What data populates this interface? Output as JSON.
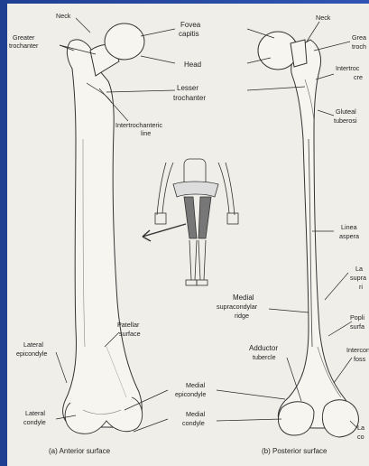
{
  "colors": {
    "slide_background": "#2a4ba6",
    "figure_background": "#f0eee9",
    "bone_fill": "#f7f5f0",
    "bone_stroke": "#333333"
  },
  "labels": {
    "neck_anterior": "Neck",
    "greater_trochanter_line1": "Greater",
    "greater_trochanter_line2": "trochanter",
    "fovea_line1": "Fovea",
    "fovea_line2": "capitis",
    "head": "Head",
    "lesser_trochanter_line1": "Lesser",
    "lesser_trochanter_line2": "trochanter",
    "intertrochanteric_line1": "Intertrochanteric",
    "intertrochanteric_line2": "line",
    "neck_posterior": "Neck",
    "greater_posterior_line1": "Grea",
    "greater_posterior_line2": "troch",
    "intertroch_crest_line1": "Intertroc",
    "intertroch_crest_line2": "cre",
    "gluteal_line1": "Gluteal",
    "gluteal_line2": "tuberosi",
    "linea_line1": "Linea",
    "linea_line2": "aspera",
    "lateral_supra_line1": "La",
    "lateral_supra_line2": "supra",
    "lateral_supra_line3": "ri",
    "medial_supra_line1": "Medial",
    "medial_supra_line2": "supracondylar",
    "medial_supra_line3": "ridge",
    "popliteal_line1": "Popli",
    "popliteal_line2": "surfa",
    "patellar_line1": "Patellar",
    "patellar_line2": "surface",
    "lateral_epicondyle_line1": "Lateral",
    "lateral_epicondyle_line2": "epicondyle",
    "adductor_line1": "Adductor",
    "adductor_line2": "tubercle",
    "intercondylar_line1": "Intercon",
    "intercondylar_line2": "foss",
    "medial_epicondyle_line1": "Medial",
    "medial_epicondyle_line2": "epicondyle",
    "medial_condyle_line1": "Medial",
    "medial_condyle_line2": "condyle",
    "lateral_condyle_line1": "Lateral",
    "lateral_condyle_line2": "condyle",
    "lateral_condyle_post_line1": "La",
    "lateral_condyle_post_line2": "co"
  },
  "captions": {
    "anterior": "(a) Anterior surface",
    "posterior": "(b) Posterior surface"
  }
}
